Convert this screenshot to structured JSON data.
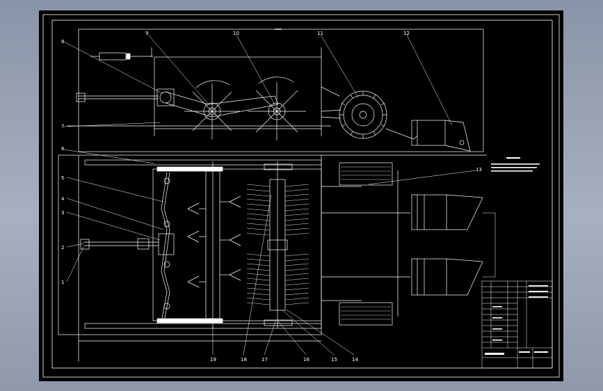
{
  "theme": {
    "paper": "#000000",
    "ink": "#ffffff",
    "background_top": "#8a94a8",
    "background_bottom": "#a7b0c0"
  },
  "callouts": [
    "1",
    "2",
    "3",
    "4",
    "5",
    "6",
    "7",
    "8",
    "9",
    "10",
    "11",
    "12",
    "13",
    "14",
    "15",
    "16",
    "17",
    "18",
    "19"
  ],
  "notes_lines": 3
}
